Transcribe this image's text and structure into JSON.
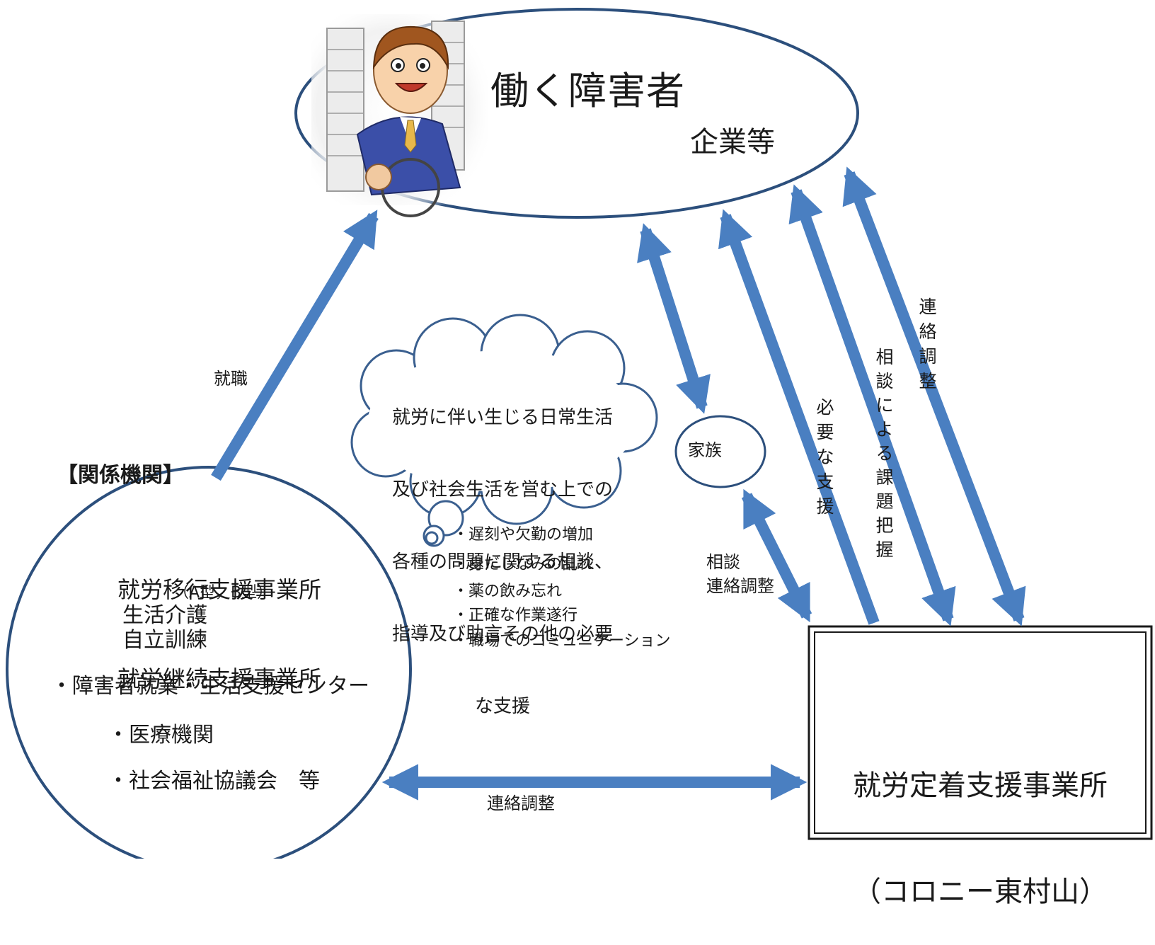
{
  "top_node": {
    "title": "働く障害者",
    "subtitle": "企業等"
  },
  "related_agencies": {
    "heading": "【関係機関】",
    "lines": [
      "就労移行支援事業所",
      "就労継続支援事業所"
    ],
    "types_note": "（A型，B型）",
    "services": [
      "生活介護",
      "自立訓練"
    ],
    "bullets": [
      "・障害者就業・生活支援センター",
      "・医療機関",
      "・社会福祉協議会　等"
    ]
  },
  "support_office": {
    "line1": "就労定着支援事業所",
    "line2": "（コロニー東村山）"
  },
  "family": {
    "label": "家族"
  },
  "cloud": {
    "lines": [
      "就労に伴い生じる日常生活",
      "及び社会生活を営む上での",
      "各種の問題に関する相談、",
      "指導及び助言その他の必要",
      "な支援"
    ]
  },
  "issues": [
    "・遅刻や欠勤の増加",
    "・身だしなみの乱れ",
    "・薬の飲み忘れ",
    "・正確な作業遂行",
    "・職場でのコミュニケーション"
  ],
  "arrow_labels": {
    "employment": "就職",
    "bottom": "連絡調整",
    "family_office_1": "相談",
    "family_office_2": "連絡調整",
    "necessary_support": "必\n要\nな\n支\n援",
    "consultation_issues": "相\n談\nに\nよ\nる\n課\n題\n把\n握",
    "liaison": "連\n絡\n調\n整"
  },
  "colors": {
    "arrow": "#4a7fc1",
    "outline": "#2c4f7c",
    "cloud_outline": "#3a5f8f"
  },
  "icons": {
    "illustration": "wheelchair-worker-illustration"
  }
}
